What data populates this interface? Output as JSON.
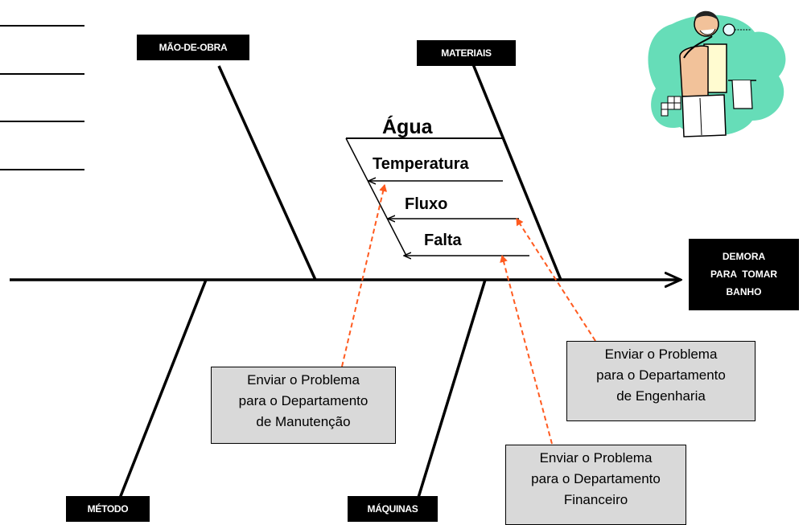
{
  "categories": {
    "mao_de_obra": "MÃO-DE-OBRA",
    "materiais": "MATERIAIS",
    "metodo": "MÉTODO",
    "maquinas": "MÁQUINAS"
  },
  "effect": {
    "line1": "DEMORA",
    "line2": "PARA  TOMAR",
    "line3": "BANHO"
  },
  "causes": {
    "heading": "Água",
    "items": [
      "Temperatura",
      "Fluxo",
      "Falta"
    ]
  },
  "notes": {
    "manutencao": [
      "Enviar o Problema",
      "para o Departamento",
      "de Manutenção"
    ],
    "engenharia": [
      "Enviar o Problema",
      "para o Departamento",
      "de Engenharia"
    ],
    "financeiro": [
      "Enviar o Problema",
      "para o Departamento",
      "Financeiro"
    ]
  },
  "colors": {
    "arrow_dashed": "#ff5a1f",
    "note_fill": "#d9d9d9",
    "tag_fill": "#000000",
    "clipart_bg": "#66ddb8"
  },
  "icons": [
    "man-shaving-clipart"
  ]
}
